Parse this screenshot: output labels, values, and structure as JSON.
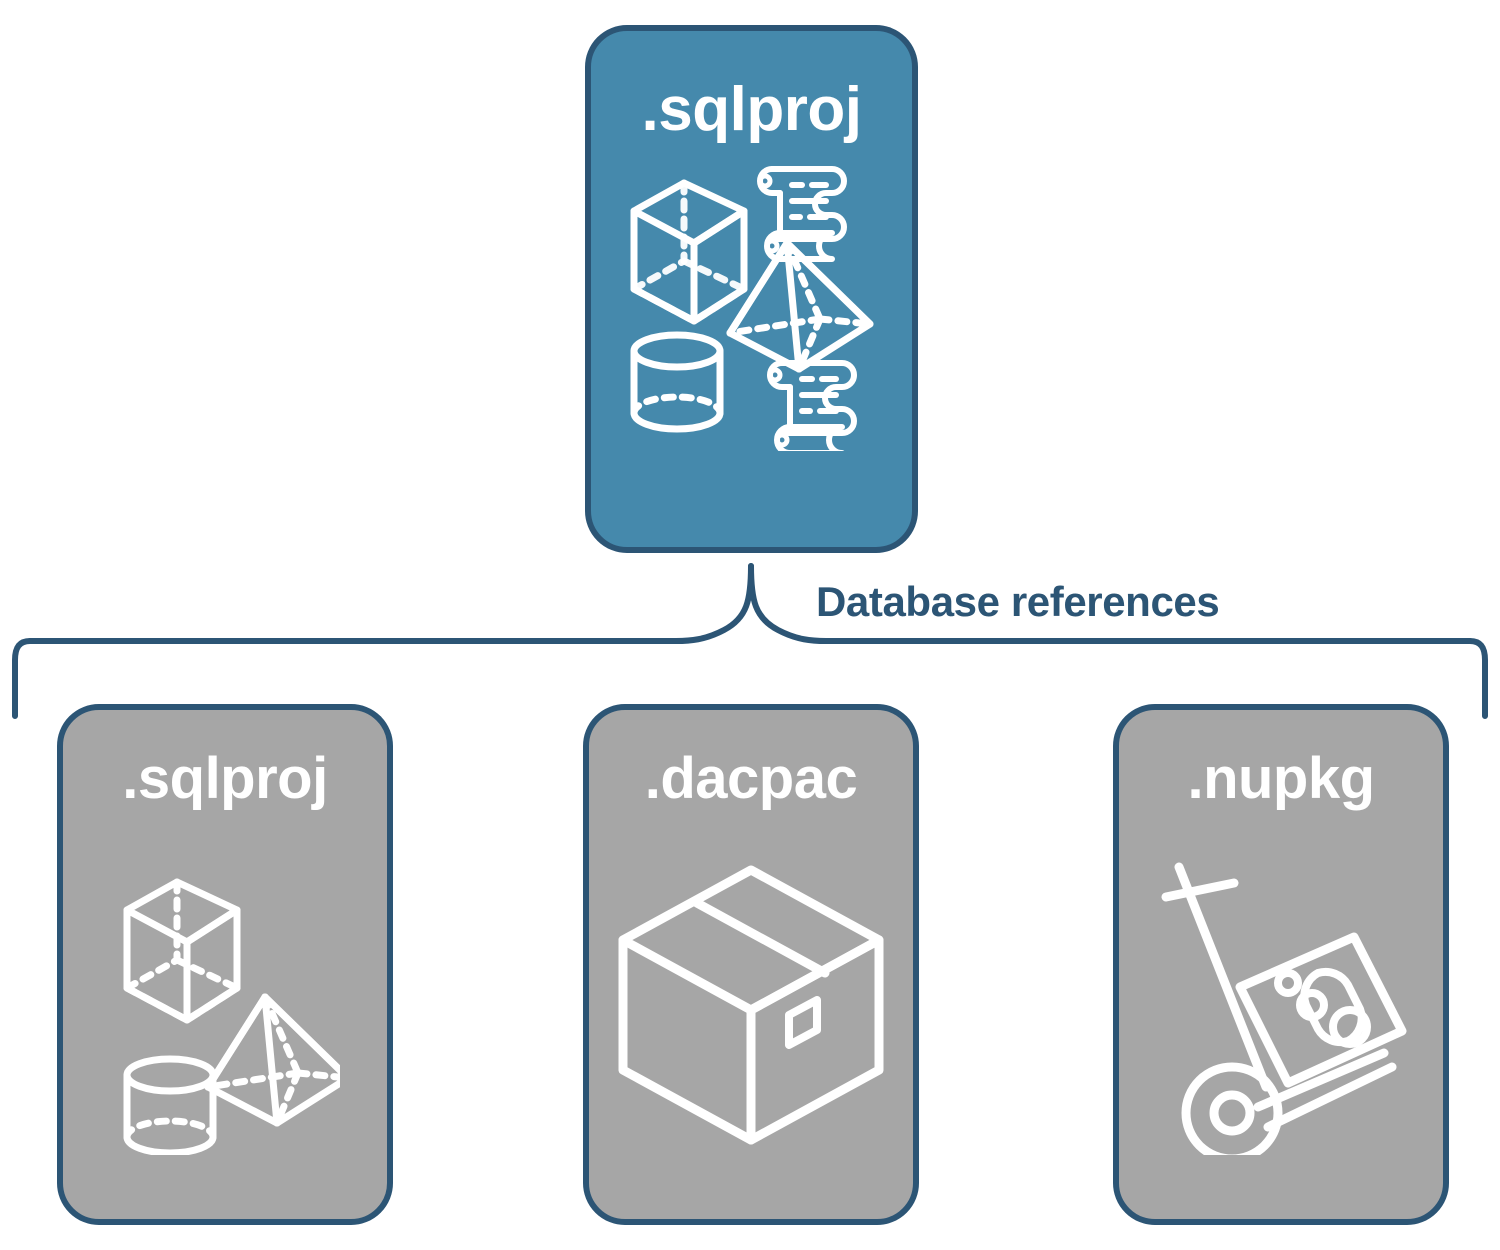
{
  "diagram": {
    "title_text": "Database references",
    "colors": {
      "card_primary_fill": "#4589ac",
      "card_reference_fill": "#a6a6a6",
      "outline": "#2c5575",
      "label_text": "#2c5575",
      "icon_stroke": "#ffffff",
      "background": "#ffffff"
    },
    "root": {
      "label": ".sqlproj",
      "icon_name": "database-objects-and-scripts-icon",
      "icon_parts": [
        "cube-icon",
        "pyramid-icon",
        "cylinder-icon",
        "scroll-icon",
        "scroll-icon"
      ]
    },
    "connector": {
      "label": "Database references",
      "style": "curly-brace",
      "branch_count": 3
    },
    "references": [
      {
        "label": ".sqlproj",
        "icon_name": "database-objects-icon",
        "icon_parts": [
          "cube-icon",
          "pyramid-icon",
          "cylinder-icon"
        ]
      },
      {
        "label": ".dacpac",
        "icon_name": "package-box-icon",
        "icon_parts": [
          "isometric-box-icon"
        ]
      },
      {
        "label": ".nupkg",
        "icon_name": "hand-truck-package-icon",
        "icon_parts": [
          "hand-truck-icon",
          "nuget-box-icon"
        ]
      }
    ]
  }
}
